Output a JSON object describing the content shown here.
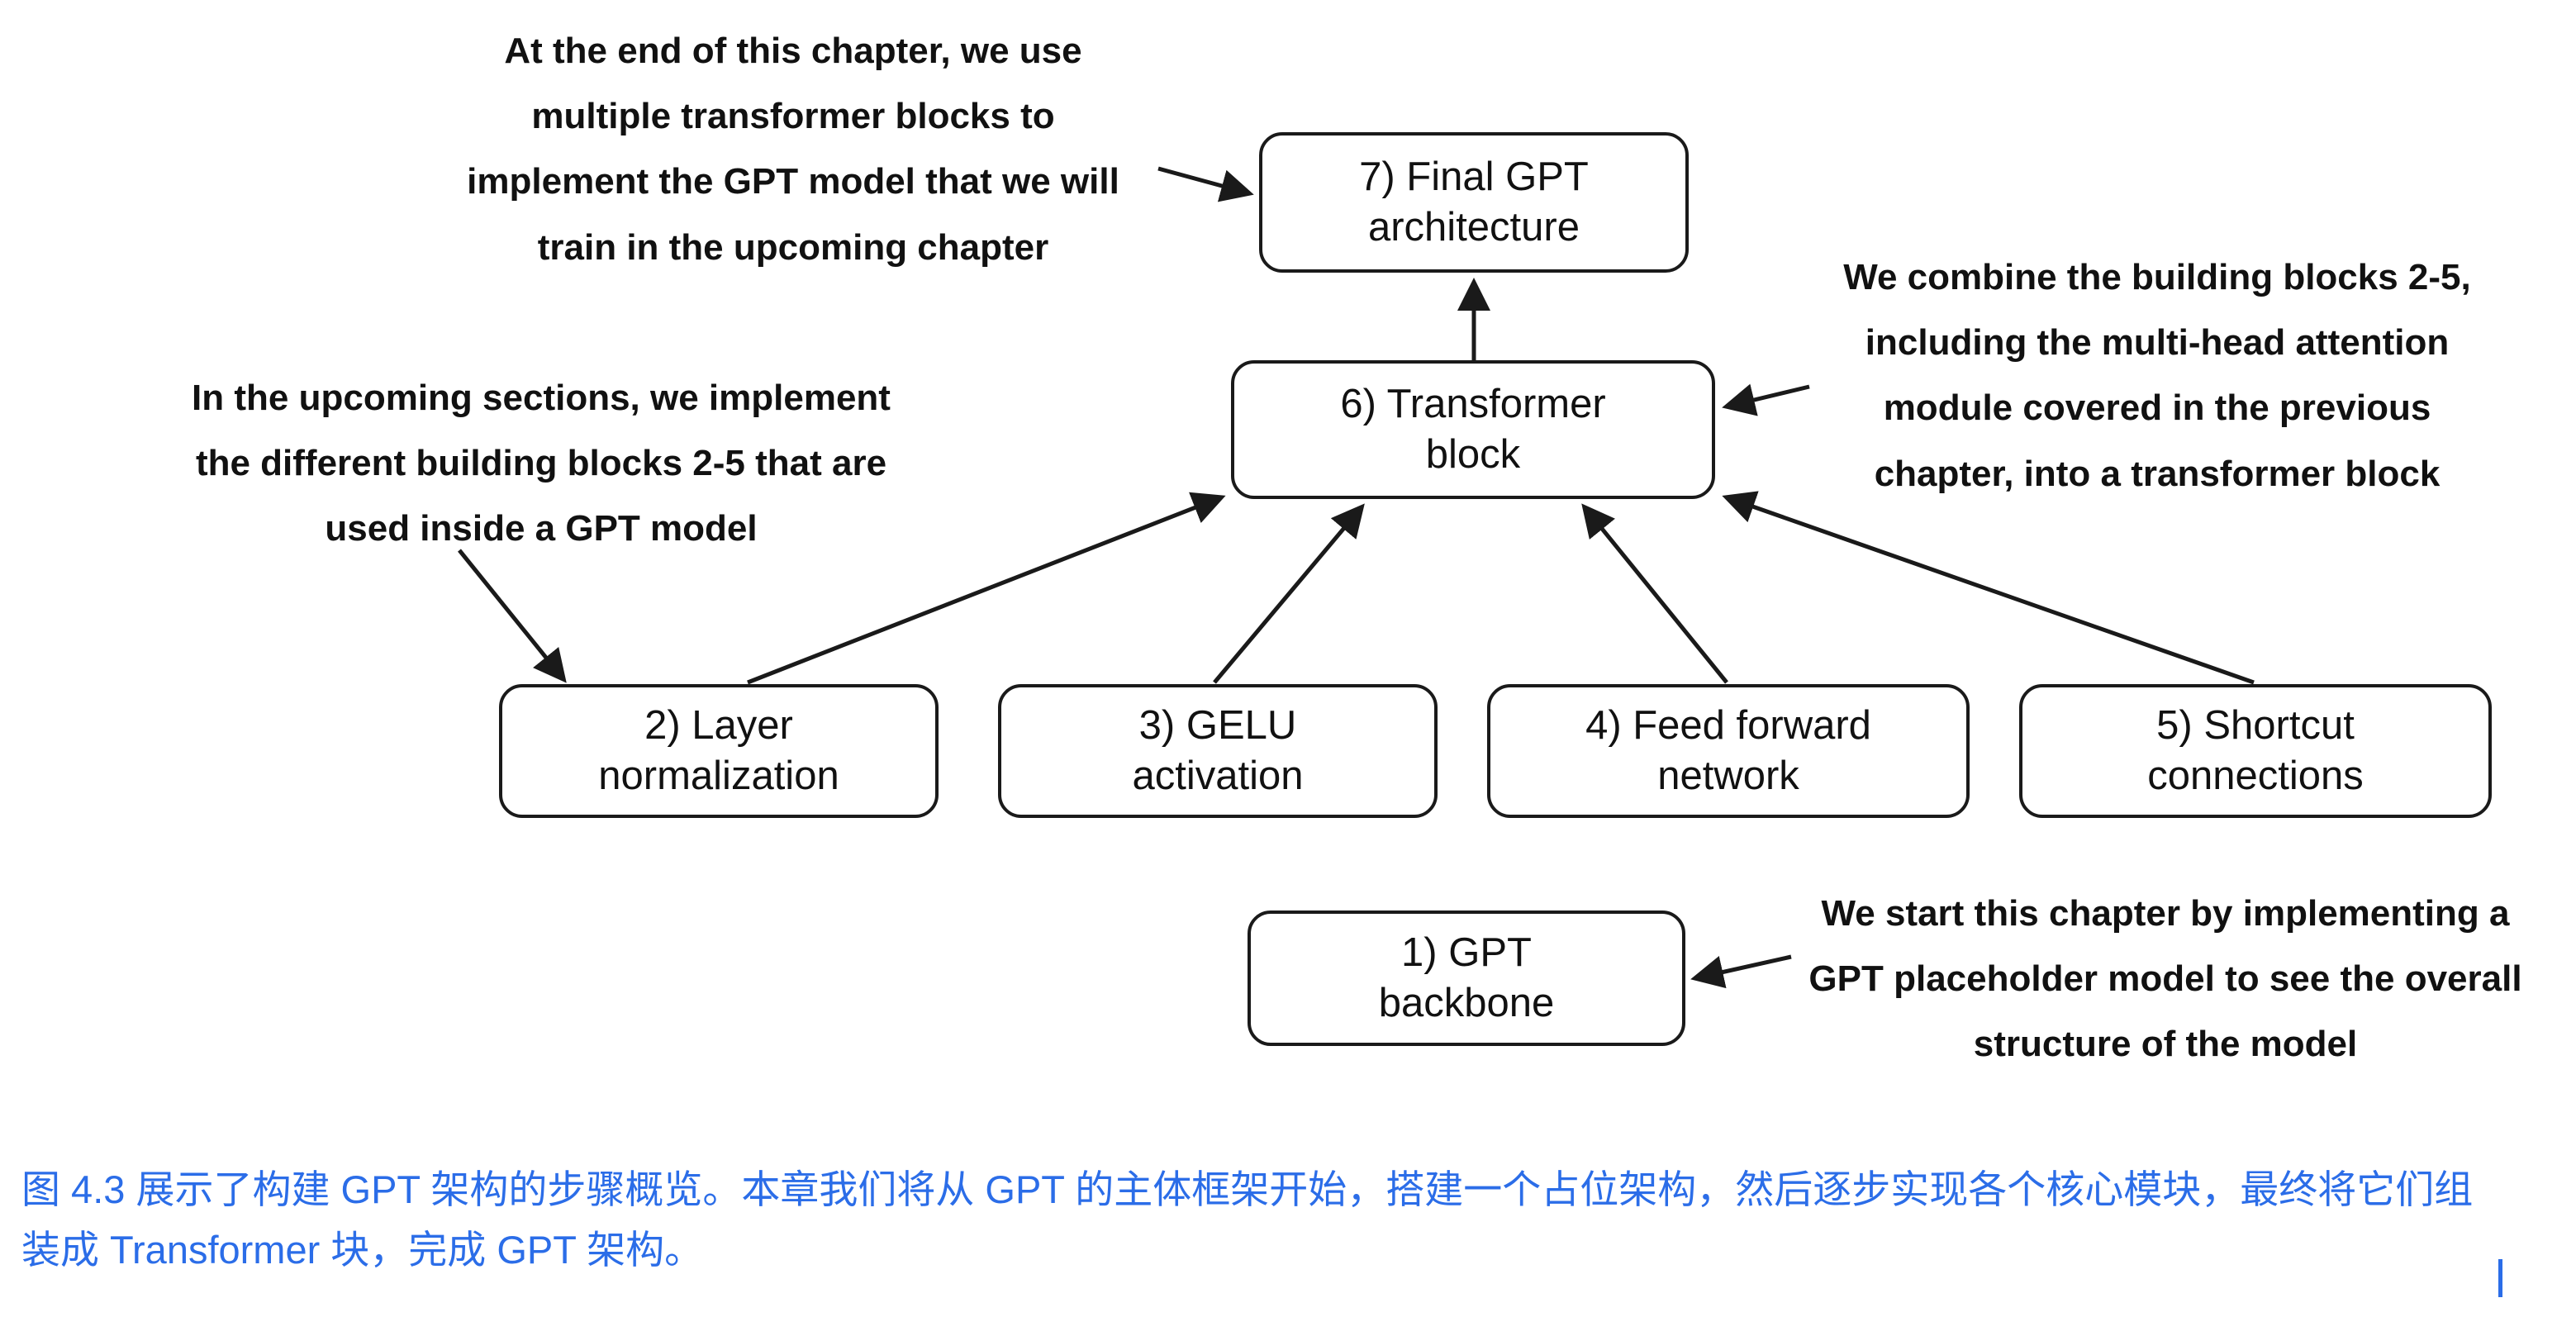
{
  "colors": {
    "caption_blue": "#2b6de8",
    "ink": "#1a1a1a"
  },
  "diagram": {
    "boxes": {
      "b7": {
        "label": "7) Final GPT\narchitecture"
      },
      "b6": {
        "label": "6) Transformer\nblock"
      },
      "b2": {
        "label": "2) Layer\nnormalization"
      },
      "b3": {
        "label": "3) GELU\nactivation"
      },
      "b4": {
        "label": "4) Feed forward\nnetwork"
      },
      "b5": {
        "label": "5) Shortcut\nconnections"
      },
      "b1": {
        "label": "1) GPT\nbackbone"
      }
    },
    "annotations": {
      "final_gpt_note": "At the end of this chapter, we use\nmultiple transformer blocks to\nimplement the GPT model that we will\ntrain in the upcoming chapter",
      "building_blocks_note": "In the upcoming sections, we implement\nthe different building blocks 2-5 that are\nused inside a GPT model",
      "transformer_note": "We combine the building blocks 2-5,\nincluding the multi-head attention\nmodule covered in the previous\nchapter, into a transformer block",
      "backbone_note": "We start this chapter by implementing a\nGPT placeholder model to see the overall\nstructure of the model"
    }
  },
  "caption": {
    "text": "图 4.3 展示了构建 GPT 架构的步骤概览。本章我们将从 GPT 的主体框架开始，搭建一个占位架构，然后逐步实现各个核心模块，最终将它们组装成 Transformer 块，完成 GPT 架构。"
  }
}
